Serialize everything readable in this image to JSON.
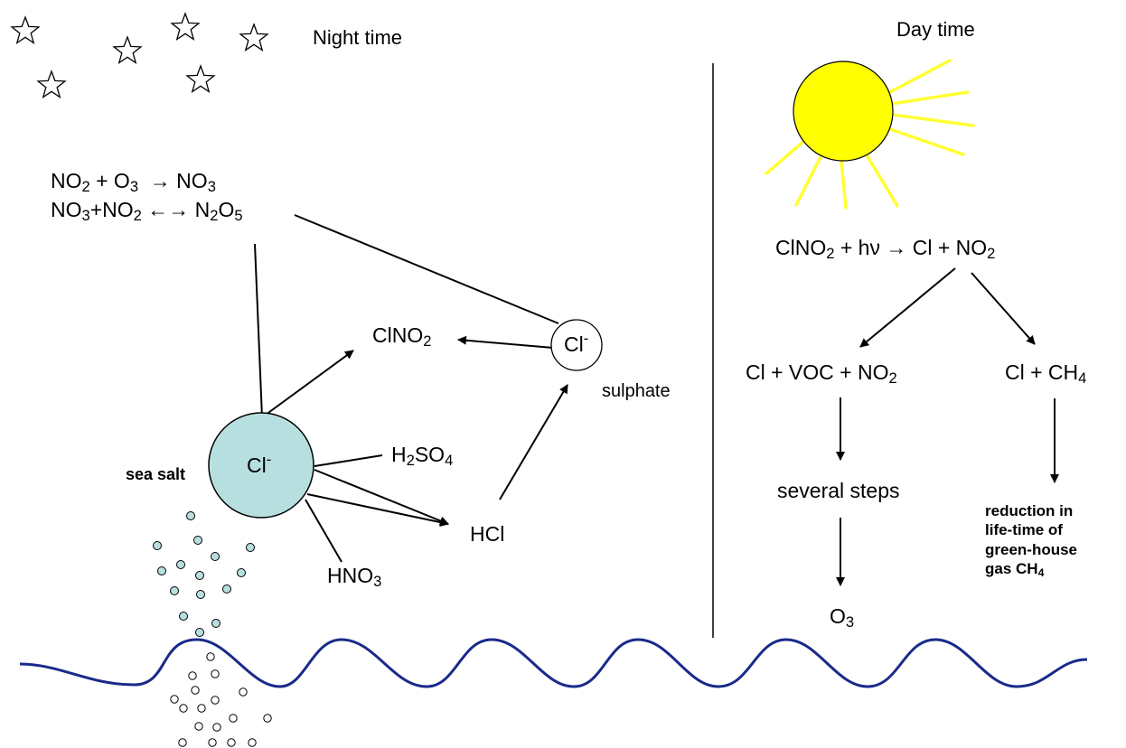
{
  "night": {
    "title": "Night time",
    "reaction1": {
      "a": "NO",
      "a_sub": "2",
      "plus": " + O",
      "b_sub": "3",
      "arrow": "  → NO",
      "c_sub": "3"
    },
    "reaction2": {
      "a": "NO",
      "a_sub": "3",
      "plus": "+NO",
      "b_sub": "2",
      "arrow": " ←→ N",
      "c_sub": "2",
      "d": "O",
      "d_sub": "5"
    },
    "clno2": {
      "a": "ClNO",
      "a_sub": "2"
    },
    "sea_salt_label": "sea salt",
    "sea_salt_ion": {
      "base": "Cl",
      "sup": "-"
    },
    "sulphate_label": "sulphate",
    "sulphate_ion": {
      "base": "Cl",
      "sup": "-"
    },
    "h2so4": {
      "a": "H",
      "a_sub": "2",
      "b": "SO",
      "b_sub": "4"
    },
    "hcl": "HCl",
    "hno3": {
      "a": "HNO",
      "a_sub": "3"
    }
  },
  "day": {
    "title": "Day time",
    "photolysis": {
      "a": "ClNO",
      "a_sub": "2",
      "b": " + hν → Cl + NO",
      "b_sub": "2"
    },
    "voc": {
      "a": "Cl + VOC + NO",
      "a_sub": "2"
    },
    "ch4": {
      "a": "Cl + CH",
      "a_sub": "4"
    },
    "steps": "several steps",
    "o3": {
      "a": "O",
      "a_sub": "3"
    },
    "reduction": {
      "a": "reduction in life-time of green-house gas CH",
      "a_sub": "4"
    }
  },
  "colors": {
    "sea_salt_fill": "#b8dfe0",
    "sun_fill": "#ffff00",
    "sun_rays": "#ffff33",
    "wave": "#1a2a8a",
    "line": "#000000"
  }
}
